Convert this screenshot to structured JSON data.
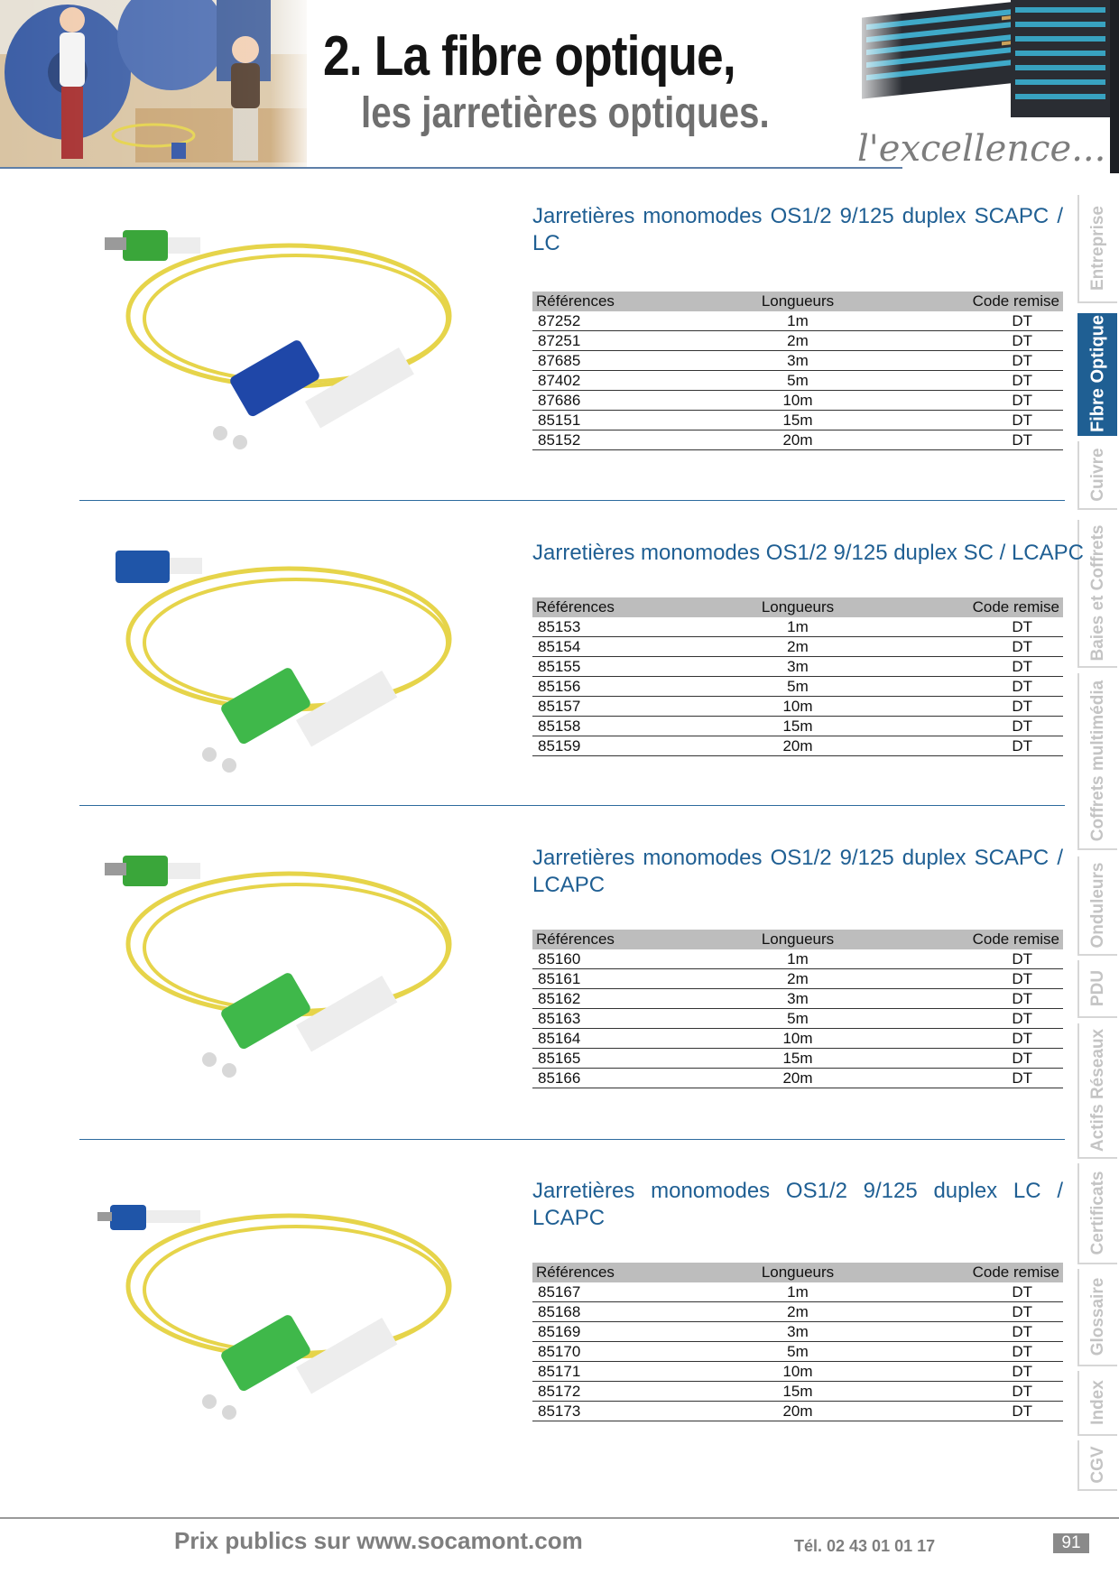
{
  "header": {
    "title": "2. La fibre optique,",
    "subtitle": "les jarretières optiques.",
    "tagline": "l'excellence..."
  },
  "tabs": [
    {
      "label": "Entreprise",
      "active": false
    },
    {
      "label": "Fibre Optique",
      "active": true
    },
    {
      "label": "Cuivre",
      "active": false
    },
    {
      "label": "Baies et Coffrets",
      "active": false
    },
    {
      "label": "Coffrets multimédia",
      "active": false
    },
    {
      "label": "Onduleurs",
      "active": false
    },
    {
      "label": "PDU",
      "active": false
    },
    {
      "label": "Actifs Réseaux",
      "active": false
    },
    {
      "label": "Certificats",
      "active": false
    },
    {
      "label": "Glossaire",
      "active": false
    },
    {
      "label": "Index",
      "active": false
    },
    {
      "label": "CGV",
      "active": false
    }
  ],
  "table_headers": {
    "ref": "Références",
    "length": "Longueurs",
    "code": "Code remise"
  },
  "products": [
    {
      "title": "Jarretières monomodes OS1/2 9/125 duplex SCAPC / LC",
      "connector_top": "#3aa63a",
      "connector_bottom": "#1f47a8",
      "rows": [
        {
          "ref": "87252",
          "length": "1m",
          "code": "DT"
        },
        {
          "ref": "87251",
          "length": "2m",
          "code": "DT"
        },
        {
          "ref": "87685",
          "length": "3m",
          "code": "DT"
        },
        {
          "ref": "87402",
          "length": "5m",
          "code": "DT"
        },
        {
          "ref": "87686",
          "length": "10m",
          "code": "DT"
        },
        {
          "ref": "85151",
          "length": "15m",
          "code": "DT"
        },
        {
          "ref": "85152",
          "length": "20m",
          "code": "DT"
        }
      ]
    },
    {
      "title": "Jarretières monomodes OS1/2 9/125 duplex SC / LCAPC",
      "connector_top": "#1f55a8",
      "connector_bottom": "#3fb84a",
      "rows": [
        {
          "ref": "85153",
          "length": "1m",
          "code": "DT"
        },
        {
          "ref": "85154",
          "length": "2m",
          "code": "DT"
        },
        {
          "ref": "85155",
          "length": "3m",
          "code": "DT"
        },
        {
          "ref": "85156",
          "length": "5m",
          "code": "DT"
        },
        {
          "ref": "85157",
          "length": "10m",
          "code": "DT"
        },
        {
          "ref": "85158",
          "length": "15m",
          "code": "DT"
        },
        {
          "ref": "85159",
          "length": "20m",
          "code": "DT"
        }
      ]
    },
    {
      "title": "Jarretières monomodes OS1/2 9/125 duplex SCAPC / LCAPC",
      "connector_top": "#3aa63a",
      "connector_bottom": "#3fb84a",
      "rows": [
        {
          "ref": "85160",
          "length": "1m",
          "code": "DT"
        },
        {
          "ref": "85161",
          "length": "2m",
          "code": "DT"
        },
        {
          "ref": "85162",
          "length": "3m",
          "code": "DT"
        },
        {
          "ref": "85163",
          "length": "5m",
          "code": "DT"
        },
        {
          "ref": "85164",
          "length": "10m",
          "code": "DT"
        },
        {
          "ref": "85165",
          "length": "15m",
          "code": "DT"
        },
        {
          "ref": "85166",
          "length": "20m",
          "code": "DT"
        }
      ]
    },
    {
      "title": "Jarretières monomodes OS1/2 9/125 duplex LC / LCAPC",
      "connector_top": "#1f55a8",
      "connector_bottom": "#3fb84a",
      "rows": [
        {
          "ref": "85167",
          "length": "1m",
          "code": "DT"
        },
        {
          "ref": "85168",
          "length": "2m",
          "code": "DT"
        },
        {
          "ref": "85169",
          "length": "3m",
          "code": "DT"
        },
        {
          "ref": "85170",
          "length": "5m",
          "code": "DT"
        },
        {
          "ref": "85171",
          "length": "10m",
          "code": "DT"
        },
        {
          "ref": "85172",
          "length": "15m",
          "code": "DT"
        },
        {
          "ref": "85173",
          "length": "20m",
          "code": "DT"
        }
      ]
    }
  ],
  "footer": {
    "site": "Prix publics sur www.socamont.com",
    "tel": "Tél. 02 43 01 01 17",
    "page": "91"
  },
  "colors": {
    "accent": "#1f5f93",
    "cable": "#e8d84a"
  }
}
